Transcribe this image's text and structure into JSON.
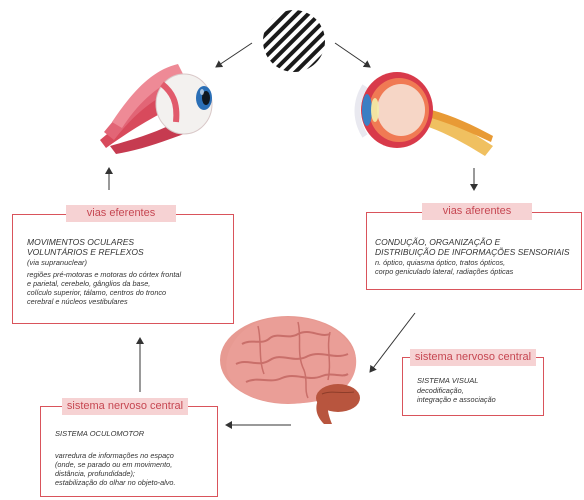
{
  "top_stimulus": {
    "icon": "striped-disc-icon"
  },
  "left_eye": {
    "icon": "eye-with-muscles-icon"
  },
  "right_eye": {
    "icon": "eye-cross-section-icon"
  },
  "brain": {
    "icon": "brain-icon"
  },
  "vias_eferentes": {
    "label": "vias eferentes",
    "heading_1": "MOVIMENTOS OCULARES",
    "heading_2": "VOLUNTÁRIOS E REFLEXOS",
    "note": "(via supranuclear)",
    "lines": [
      "regiões pré-motoras e motoras do córtex frontal",
      "e parietal, cerebelo, gânglios da base,",
      "colículo superior, tálamo, centros do tronco",
      "cerebral e núcleos vestibulares"
    ]
  },
  "vias_aferentes": {
    "label": "vias aferentes",
    "heading_1": "CONDUÇÃO, ORGANIZAÇÃO E",
    "heading_2": "DISTRIBUIÇÃO DE INFORMAÇÕES SENSORIAIS",
    "lines": [
      "n. óptico, quiasma óptico, tratos ópticos,",
      "corpo geniculado lateral, radiações ópticas"
    ]
  },
  "snc_visual": {
    "label": "sistema nervoso central",
    "heading": "SISTEMA VISUAL",
    "lines": [
      "decodificação,",
      "integração e associação"
    ]
  },
  "snc_oculomotor": {
    "label": "sistema nervoso central",
    "heading": "SISTEMA OCULOMOTOR",
    "lines": [
      "varredura de informações no espaço",
      "(onde, se parado ou em movimento,",
      "distância, profundidade);",
      "estabilização do olhar no objeto-alvo."
    ]
  }
}
